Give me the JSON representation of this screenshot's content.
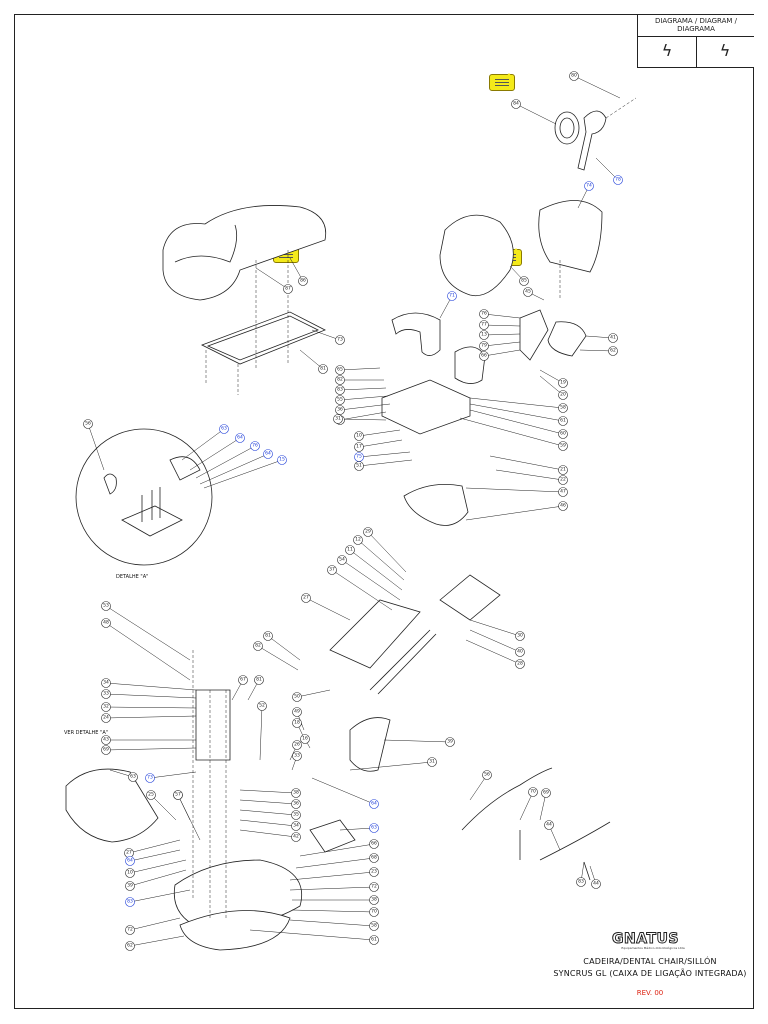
{
  "diagram_box": {
    "title": "DIAGRAMA / DIAGRAM / DIAGRAMA",
    "left_icon": "electric-bolt-icon",
    "right_icon": "electric-bolt-icon"
  },
  "detail_caption": "DETALHE \"A\"",
  "see_detail_caption": "VER DETALHE \"A\"",
  "logo": {
    "word": "GNATUS",
    "subtitle": "Equipamentos Médico-Odontológicos Ltda"
  },
  "title_line1": "CADEIRA/DENTAL CHAIR/SILLÓN",
  "title_line2": "SYNCRUS GL (CAIXA DE LIGAÇÃO INTEGRADA)",
  "revision": "REV. 00",
  "colors": {
    "note_yellow": "#f4ea1a",
    "blue_callout": "#1a3ad8",
    "revision_red": "#dd2211"
  },
  "callouts": [
    {
      "id": "c1",
      "label": "80",
      "blue": false
    },
    {
      "id": "c2",
      "label": "84",
      "blue": false
    },
    {
      "id": "c3",
      "label": "78",
      "blue": true
    },
    {
      "id": "c4",
      "label": "74",
      "blue": true
    },
    {
      "id": "c5",
      "label": "86",
      "blue": false
    },
    {
      "id": "c6",
      "label": "87",
      "blue": false
    },
    {
      "id": "c7",
      "label": "85",
      "blue": false
    },
    {
      "id": "c8",
      "label": "45",
      "blue": false
    },
    {
      "id": "c9",
      "label": "71",
      "blue": true
    },
    {
      "id": "c10",
      "label": "73",
      "blue": false
    },
    {
      "id": "c11",
      "label": "76",
      "blue": false
    },
    {
      "id": "c12",
      "label": "77",
      "blue": false
    },
    {
      "id": "c13",
      "label": "13",
      "blue": false
    },
    {
      "id": "c14",
      "label": "79",
      "blue": false
    },
    {
      "id": "c15",
      "label": "66",
      "blue": false
    },
    {
      "id": "c16",
      "label": "41",
      "blue": false
    },
    {
      "id": "c17",
      "label": "62",
      "blue": false
    },
    {
      "id": "c18",
      "label": "19",
      "blue": false
    },
    {
      "id": "c19",
      "label": "20",
      "blue": false
    },
    {
      "id": "c20",
      "label": "58",
      "blue": false
    },
    {
      "id": "c21",
      "label": "61",
      "blue": false
    },
    {
      "id": "c22",
      "label": "60",
      "blue": false
    },
    {
      "id": "c23",
      "label": "59",
      "blue": false
    },
    {
      "id": "c24",
      "label": "21",
      "blue": false
    },
    {
      "id": "c25",
      "label": "22",
      "blue": false
    },
    {
      "id": "c26",
      "label": "47",
      "blue": false
    },
    {
      "id": "c27",
      "label": "46",
      "blue": false
    },
    {
      "id": "c28",
      "label": "81",
      "blue": false
    },
    {
      "id": "c29",
      "label": "65",
      "blue": false
    },
    {
      "id": "c30",
      "label": "82",
      "blue": false
    },
    {
      "id": "c31",
      "label": "83",
      "blue": false
    },
    {
      "id": "c32",
      "label": "55",
      "blue": false
    },
    {
      "id": "c33",
      "label": "36",
      "blue": false
    },
    {
      "id": "c34",
      "label": "14",
      "blue": false
    },
    {
      "id": "c35",
      "label": "31",
      "blue": false
    },
    {
      "id": "c36",
      "label": "10",
      "blue": false
    },
    {
      "id": "c37",
      "label": "17",
      "blue": false
    },
    {
      "id": "c38",
      "label": "75",
      "blue": true
    },
    {
      "id": "c39",
      "label": "51",
      "blue": false
    },
    {
      "id": "c40",
      "label": "56",
      "blue": false
    },
    {
      "id": "c41",
      "label": "63",
      "blue": true
    },
    {
      "id": "c42",
      "label": "64",
      "blue": true
    },
    {
      "id": "c43",
      "label": "76",
      "blue": true
    },
    {
      "id": "c44",
      "label": "64",
      "blue": true
    },
    {
      "id": "c45",
      "label": "15",
      "blue": true
    },
    {
      "id": "c46",
      "label": "29",
      "blue": false
    },
    {
      "id": "c47",
      "label": "12",
      "blue": false
    },
    {
      "id": "c48",
      "label": "11",
      "blue": false
    },
    {
      "id": "c49",
      "label": "54",
      "blue": false
    },
    {
      "id": "c50",
      "label": "37",
      "blue": false
    },
    {
      "id": "c51",
      "label": "27",
      "blue": false
    },
    {
      "id": "c52",
      "label": "30",
      "blue": false
    },
    {
      "id": "c53",
      "label": "40",
      "blue": false
    },
    {
      "id": "c54",
      "label": "28",
      "blue": false
    },
    {
      "id": "c55",
      "label": "81",
      "blue": false
    },
    {
      "id": "c56",
      "label": "82",
      "blue": false
    },
    {
      "id": "c57",
      "label": "50",
      "blue": false
    },
    {
      "id": "c58",
      "label": "53",
      "blue": false
    },
    {
      "id": "c59",
      "label": "48",
      "blue": false
    },
    {
      "id": "c60",
      "label": "34",
      "blue": false
    },
    {
      "id": "c61",
      "label": "33",
      "blue": false
    },
    {
      "id": "c62",
      "label": "32",
      "blue": false
    },
    {
      "id": "c63",
      "label": "24",
      "blue": false
    },
    {
      "id": "c64",
      "label": "43",
      "blue": false
    },
    {
      "id": "c65",
      "label": "69",
      "blue": false
    },
    {
      "id": "c66",
      "label": "63",
      "blue": false
    },
    {
      "id": "c67",
      "label": "73",
      "blue": true
    },
    {
      "id": "c68",
      "label": "67",
      "blue": false
    },
    {
      "id": "c69",
      "label": "81",
      "blue": false
    },
    {
      "id": "c70",
      "label": "52",
      "blue": false
    },
    {
      "id": "c71",
      "label": "49",
      "blue": false
    },
    {
      "id": "c72",
      "label": "18",
      "blue": false
    },
    {
      "id": "c73",
      "label": "16",
      "blue": false
    },
    {
      "id": "c74",
      "label": "26",
      "blue": false
    },
    {
      "id": "c75",
      "label": "33",
      "blue": false
    },
    {
      "id": "c76",
      "label": "31",
      "blue": false
    },
    {
      "id": "c77",
      "label": "39",
      "blue": false
    },
    {
      "id": "c78",
      "label": "64",
      "blue": true
    },
    {
      "id": "c79",
      "label": "57",
      "blue": false
    },
    {
      "id": "c80",
      "label": "25",
      "blue": false
    },
    {
      "id": "c81",
      "label": "57",
      "blue": false
    },
    {
      "id": "c82",
      "label": "38",
      "blue": false
    },
    {
      "id": "c83",
      "label": "36",
      "blue": false
    },
    {
      "id": "c84",
      "label": "35",
      "blue": false
    },
    {
      "id": "c85",
      "label": "34",
      "blue": false
    },
    {
      "id": "c86",
      "label": "42",
      "blue": false
    },
    {
      "id": "c87",
      "label": "63",
      "blue": true
    },
    {
      "id": "c88",
      "label": "66",
      "blue": false
    },
    {
      "id": "c89",
      "label": "68",
      "blue": false
    },
    {
      "id": "c90",
      "label": "23",
      "blue": false
    },
    {
      "id": "c91",
      "label": "72",
      "blue": false
    },
    {
      "id": "c92",
      "label": "38",
      "blue": false
    },
    {
      "id": "c93",
      "label": "70",
      "blue": false
    },
    {
      "id": "c94",
      "label": "58",
      "blue": false
    },
    {
      "id": "c95",
      "label": "61",
      "blue": false
    },
    {
      "id": "c96",
      "label": "27",
      "blue": false
    },
    {
      "id": "c97",
      "label": "64",
      "blue": true
    },
    {
      "id": "c98",
      "label": "10",
      "blue": false
    },
    {
      "id": "c99",
      "label": "39",
      "blue": false
    },
    {
      "id": "c100",
      "label": "83",
      "blue": true
    },
    {
      "id": "c101",
      "label": "72",
      "blue": false
    },
    {
      "id": "c102",
      "label": "62",
      "blue": false
    },
    {
      "id": "c103",
      "label": "56",
      "blue": false
    },
    {
      "id": "c104",
      "label": "70",
      "blue": false
    },
    {
      "id": "c105",
      "label": "69",
      "blue": false
    },
    {
      "id": "c106",
      "label": "44",
      "blue": false
    },
    {
      "id": "c107",
      "label": "83",
      "blue": false
    },
    {
      "id": "c108",
      "label": "44",
      "blue": false
    }
  ]
}
